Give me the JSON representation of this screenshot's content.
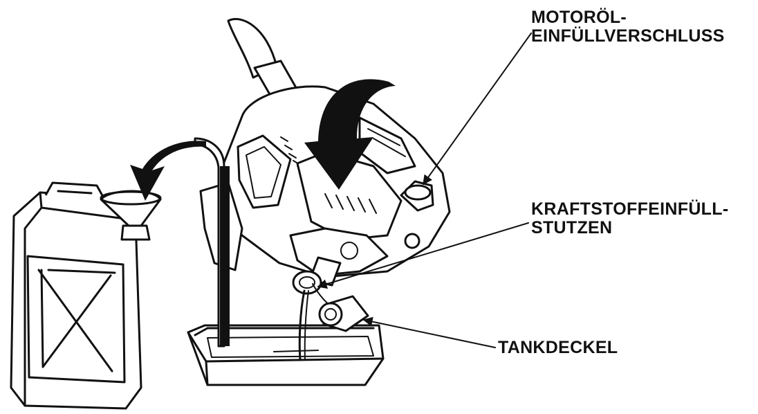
{
  "labels": {
    "oil_filler_cap": [
      "MOTORÖL-",
      "EINFÜLLVERSCHLUSS"
    ],
    "fuel_filler_neck": [
      "KRAFTSTOFFEINFÜLL-",
      "STUTZEN"
    ],
    "fuel_tank_cap": [
      "TANKDECKEL"
    ]
  },
  "colors": {
    "ink": "#111111",
    "background": "#ffffff"
  },
  "icons": [
    "jerry-can-icon",
    "funnel-icon",
    "drain-tray-icon",
    "engine-icon",
    "curved-arrow-icon"
  ]
}
